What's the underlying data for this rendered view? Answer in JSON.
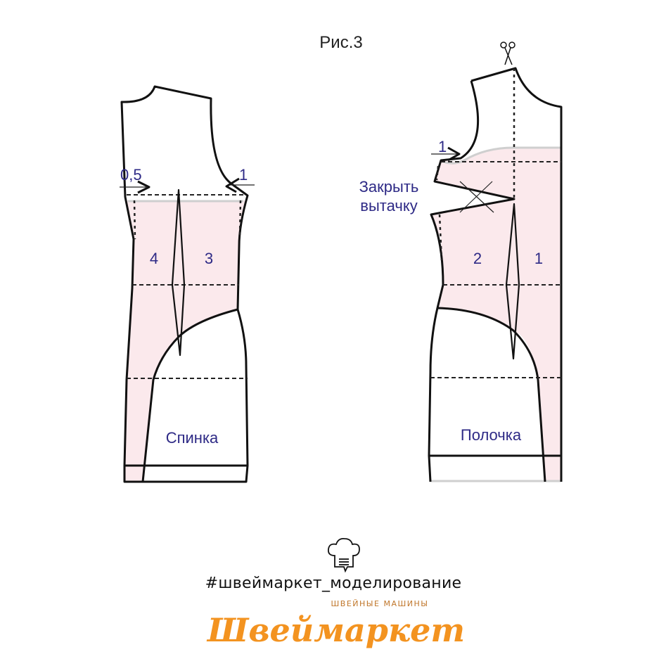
{
  "figure_title": "Рис.3",
  "back": {
    "name": "Спинка",
    "panel_left": "4",
    "panel_right": "3",
    "shift_left": "0,5",
    "shift_right": "1"
  },
  "front": {
    "name": "Полочка",
    "panel_left": "2",
    "panel_right": "1",
    "shift": "1",
    "instruction_line1": "Закрыть",
    "instruction_line2": "вытачку"
  },
  "footer": {
    "hashtag": "#швеймаркет_моделирование",
    "brand_name": "Швеймаркет",
    "brand_tagline": "ШВЕЙНЫЕ МАШИНЫ"
  },
  "colors": {
    "label": "#2e2a86",
    "fill": "#fbe9ec",
    "brand": "#f39320"
  }
}
